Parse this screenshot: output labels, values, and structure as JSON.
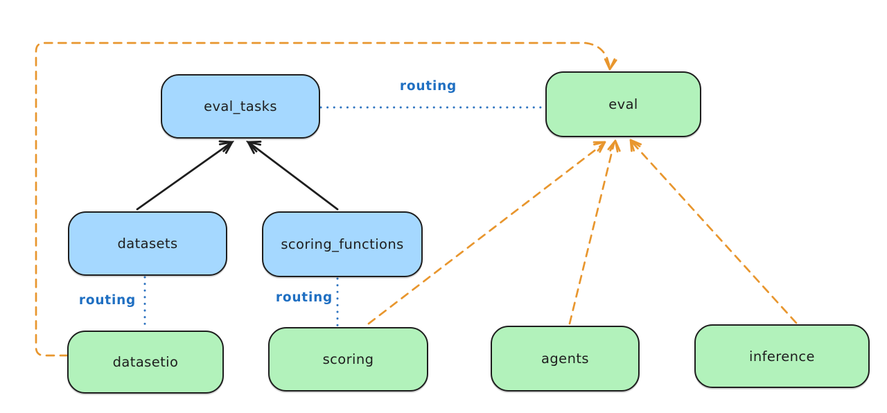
{
  "diagram": {
    "nodes": {
      "eval_tasks": {
        "label": "eval_tasks",
        "kind": "resource",
        "fill": "#a5d8ff"
      },
      "datasets": {
        "label": "datasets",
        "kind": "resource",
        "fill": "#a5d8ff"
      },
      "scoring_functions": {
        "label": "scoring_functions",
        "kind": "resource",
        "fill": "#a5d8ff"
      },
      "eval": {
        "label": "eval",
        "kind": "api",
        "fill": "#b2f2bb"
      },
      "datasetio": {
        "label": "datasetio",
        "kind": "api",
        "fill": "#b2f2bb"
      },
      "scoring": {
        "label": "scoring",
        "kind": "api",
        "fill": "#b2f2bb"
      },
      "agents": {
        "label": "agents",
        "kind": "api",
        "fill": "#b2f2bb"
      },
      "inference": {
        "label": "inference",
        "kind": "api",
        "fill": "#b2f2bb"
      }
    },
    "labels": {
      "routing": "routing"
    },
    "edges": {
      "solid_black": [
        "datasets -> eval_tasks",
        "scoring_functions -> eval_tasks"
      ],
      "dotted_routing": [
        "eval_tasks .. eval",
        "datasets .. datasetio",
        "scoring_functions .. scoring"
      ],
      "dashed_orange": [
        "datasetio -> eval",
        "scoring -> eval",
        "agents -> eval",
        "inference -> eval"
      ]
    },
    "colors": {
      "node_blue": "#a5d8ff",
      "node_green": "#b2f2bb",
      "stroke_black": "#1e1e1e",
      "routing_blue": "#2f74c0",
      "dependency_orange": "#e8962e",
      "background": "#ffffff"
    }
  }
}
